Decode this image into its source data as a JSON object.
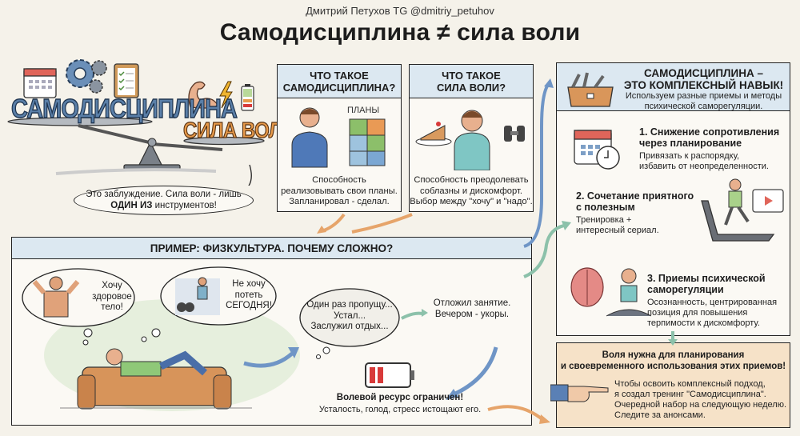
{
  "header": {
    "author": "Дмитрий Петухов TG @dmitriy_petuhov",
    "title": "Самодисциплина ≠ сила воли"
  },
  "scales": {
    "left_word": "САМОДИСЦИПЛИНА",
    "right_word": "СИЛА ВОЛИ",
    "left_icons": [
      "calendar-icon",
      "gear-icon",
      "checklist-icon"
    ],
    "right_icons": [
      "flexed-arm-icon",
      "lightning-icon",
      "battery-low-icon"
    ],
    "speech_line1": "Это заблуждение. Сила воли - лишь",
    "speech_bold": "ОДИН ИЗ",
    "speech_line2_rest": " инструментов!"
  },
  "panel_discipline": {
    "title_line1": "ЧТО ТАКОЕ",
    "title_line2": "САМОДИСЦИПЛИНА?",
    "illustration_label": "ПЛАНЫ",
    "text_line1": "Способность",
    "text_line2": "реализовывать свои планы.",
    "text_line3": "Запланировал - сделал."
  },
  "panel_willpower": {
    "title_line1": "ЧТО ТАКОЕ",
    "title_line2": "СИЛА ВОЛИ?",
    "text_line1": "Способность преодолевать",
    "text_line2": "соблазны и дискомфорт.",
    "text_line3": "Выбор между \"хочу\" и \"надо\"."
  },
  "skill_panel": {
    "title_line1": "САМОДИСЦИПЛИНА –",
    "title_line2": "ЭТО КОМПЛЕКСНЫЙ НАВЫК!",
    "subtitle_line1": "Используем разные приемы и методы",
    "subtitle_line2": "психической саморегуляции.",
    "items": [
      {
        "title_line1": "1. Снижение сопротивления",
        "title_line2": "через планирование",
        "desc_line1": "Привязать к распорядку,",
        "desc_line2": "избавить от неопределенности.",
        "desc_line3": "",
        "icon": "calendar-clock-icon"
      },
      {
        "title_line1": "2. Сочетание приятного",
        "title_line2": "с полезным",
        "desc_line1": "Тренировка +",
        "desc_line2": "интересный сериал.",
        "desc_line3": "",
        "icon": "treadmill-icon"
      },
      {
        "title_line1": "3. Приемы психической",
        "title_line2": "саморегуляции",
        "desc_line1": "Осознанность, центрированная",
        "desc_line2": "позиция для повышения",
        "desc_line3": "терпимости к дискомфорту.",
        "icon": "meditation-brain-icon"
      }
    ]
  },
  "final_panel": {
    "head_line1": "Воля нужна для планирования",
    "head_line2": "и своевременного использования этих приемов!",
    "text_line1": "Чтобы освоить комплексный подход,",
    "text_line2": "я создал тренинг \"Самодисциплина\".",
    "text_line3": "Очередной набор на следующую неделю.",
    "text_line4": "Следите за анонсами."
  },
  "example": {
    "title": "ПРИМЕР: ФИЗКУЛЬТУРА. ПОЧЕМУ СЛОЖНО?",
    "cloud1_line1": "Хочу",
    "cloud1_line2": "здоровое",
    "cloud1_line3": "тело!",
    "cloud2_line1": "Не хочу",
    "cloud2_line2": "потеть",
    "cloud2_line3": "СЕГОДНЯ!",
    "cloud3_line1": "Один раз пропущу...",
    "cloud3_line2": "Устал...",
    "cloud3_line3": "Заслужил отдых...",
    "postponed_line1": "Отложил занятие.",
    "postponed_line2": "Вечером - укоры.",
    "battery_title": "Волевой ресурс ограничен!",
    "battery_text": "Усталость, голод, стресс истощают его."
  },
  "colors": {
    "background": "#f5f2ea",
    "panel_header": "#dce8f1",
    "final_panel": "#f6e2c8",
    "arrow_blue": "#6f95c6",
    "arrow_green": "#8cc1aa",
    "arrow_orange": "#e6a46a",
    "battery_red": "#d83a3a"
  }
}
